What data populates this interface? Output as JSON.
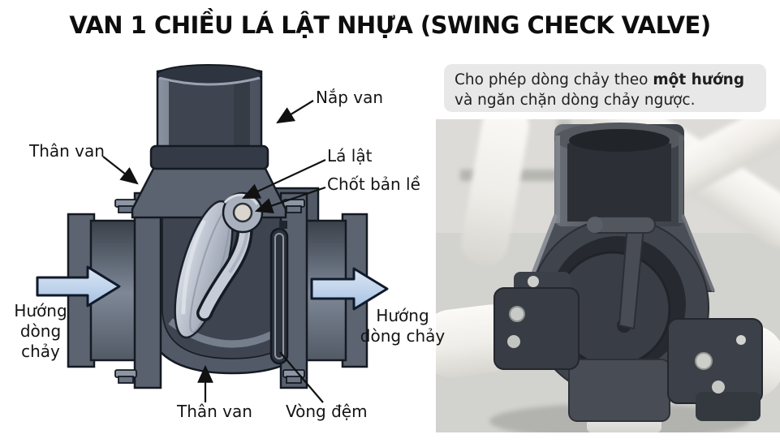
{
  "title": "VAN 1 CHIỀU LÁ LẬT NHỰA (SWING CHECK VALVE)",
  "diagram": {
    "labels": {
      "body_top": "Thân van",
      "cap": "Nắp van",
      "disc": "Lá lật",
      "hinge_pin": "Chốt bản lề",
      "body_bottom": "Thân van",
      "gasket": "Vòng đệm",
      "flow_left": {
        "line1": "Hướng",
        "line2": "dòng chảy"
      },
      "flow_right": {
        "line1": "Hướng",
        "line2": "dòng chảy"
      }
    }
  },
  "info_box": {
    "prefix": "Cho phép dòng chảy theo ",
    "bold": "một hướng",
    "suffix": " và ngăn chặn dòng chảy ngược."
  },
  "colors": {
    "valve_body_gray": "#555d6b",
    "valve_shadow_gray": "#3d434e",
    "disc_light_gray": "#c7cdd8",
    "flow_arrow_blue": "#c3d7ee",
    "info_box_bg": "#e8e8e8",
    "photo_valve_gray": "#43474f",
    "photo_pipe_white": "#f3f2ee",
    "photo_background": "#d5d5d1"
  }
}
